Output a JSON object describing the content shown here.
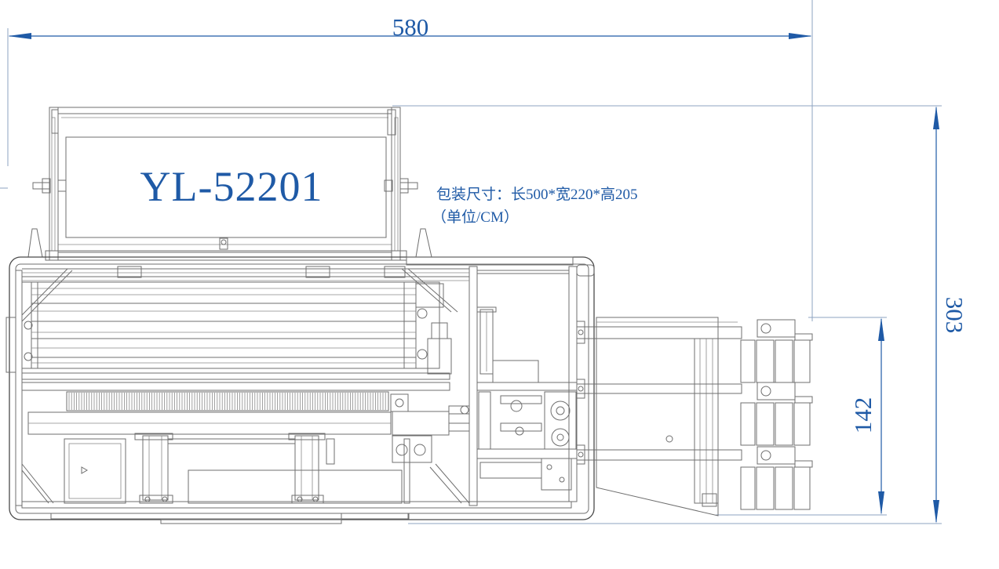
{
  "drawing": {
    "model": "YL-52201",
    "package_spec": "包装尺寸：长500*宽220*高205",
    "unit_note": "（单位/CM）"
  },
  "dimensions": {
    "overall_width": "580",
    "overall_height": "303",
    "outfeed_height": "142"
  },
  "colors": {
    "annotation": "#1f5aa6",
    "linework": "#6f6f6f",
    "background": "#ffffff"
  }
}
